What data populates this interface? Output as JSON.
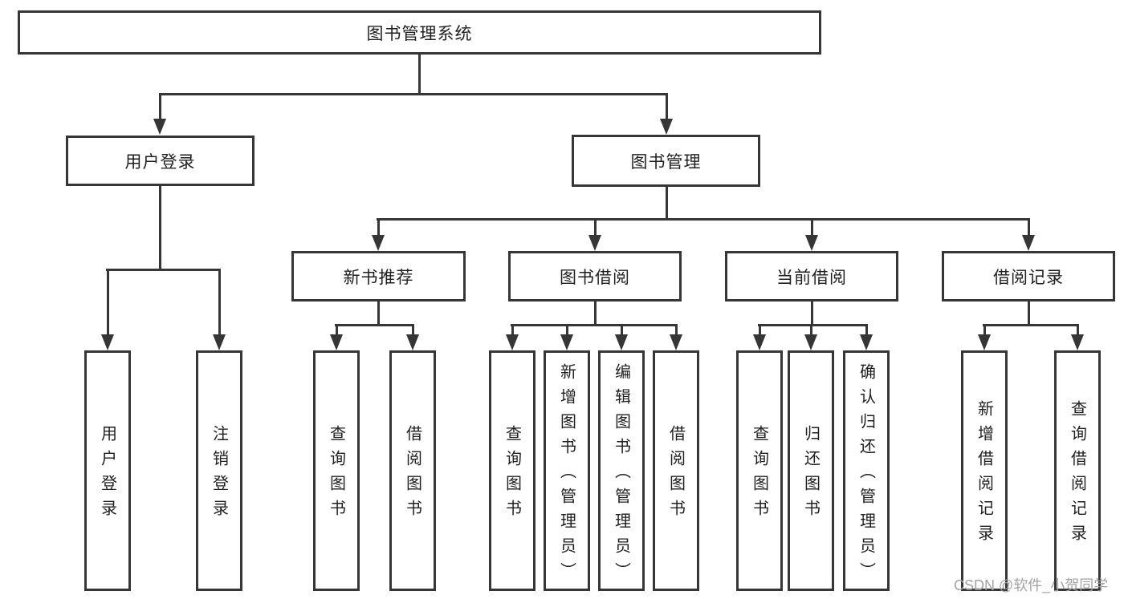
{
  "nodes": {
    "root": {
      "label": "图书管理系统"
    },
    "user_login": {
      "label": "用户登录"
    },
    "book_management": {
      "label": "图书管理"
    },
    "new_book_recommendation": {
      "label": "新书推荐"
    },
    "book_borrowing": {
      "label": "图书借阅"
    },
    "current_borrowing": {
      "label": "当前借阅"
    },
    "borrowing_records": {
      "label": "借阅记录"
    },
    "leaf_user_login": {
      "label": "用户登录"
    },
    "leaf_logout": {
      "label": "注销登录"
    },
    "leaf_query_books_recommend": {
      "label": "查询图书"
    },
    "leaf_borrow_books_recommend": {
      "label": "借阅图书"
    },
    "leaf_query_books_borrow": {
      "label": "查询图书"
    },
    "leaf_add_books_admin": {
      "label": "新增图书（管理员）"
    },
    "leaf_edit_books_admin": {
      "label": "编辑图书（管理员）"
    },
    "leaf_borrow_books_borrow": {
      "label": "借阅图书"
    },
    "leaf_query_books_current": {
      "label": "查询图书"
    },
    "leaf_return_books": {
      "label": "归还图书"
    },
    "leaf_confirm_return_admin": {
      "label": "确认归还（管理员）"
    },
    "leaf_add_borrow_record": {
      "label": "新增借阅记录"
    },
    "leaf_query_borrow_record": {
      "label": "查询借阅记录"
    }
  },
  "watermark": {
    "text": "CSDN @软件_小贺同学"
  },
  "colors": {
    "line": "#363636",
    "box_border": "#363636",
    "text": "#1f1f1f",
    "watermark": "#a3a3a3",
    "background": "#ffffff"
  }
}
